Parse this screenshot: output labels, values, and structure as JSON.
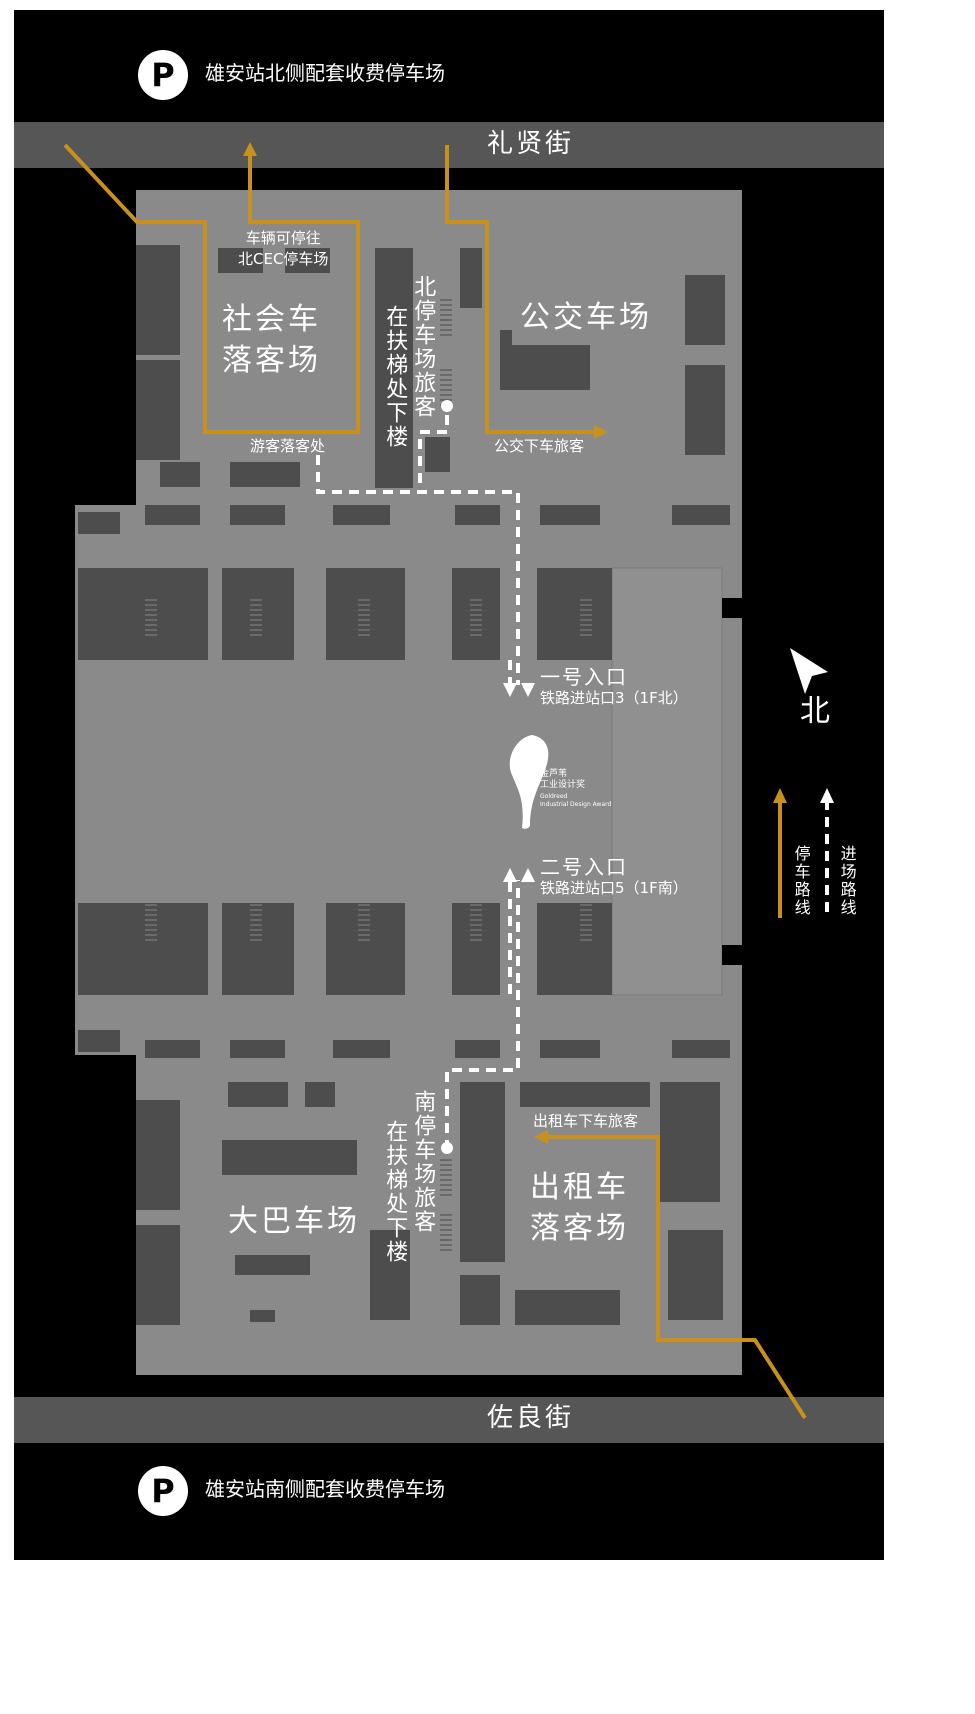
{
  "parking": {
    "north": {
      "icon": "P",
      "label": "雄安站北侧配套收费停车场"
    },
    "south": {
      "icon": "P",
      "label": "雄安站南侧配套收费停车场"
    }
  },
  "streets": {
    "north": "礼贤街",
    "south": "佐良街"
  },
  "areas": {
    "social_car": "社会车\n落客场",
    "bus_depot": "公交车场",
    "coach_park": "大巴车场",
    "taxi": "出租车\n落客场"
  },
  "labels": {
    "cec_note": "车辆可停往\n北CEC停车场",
    "north_stairs": "在扶梯处下楼",
    "north_parking_passengers": "北停车场旅客",
    "south_stairs": "在扶梯处下楼",
    "south_parking_passengers": "南停车场旅客",
    "visitor_dropoff": "游客落客处",
    "bus_passengers": "公交下车旅客",
    "taxi_passengers": "出租车下车旅客"
  },
  "entrances": {
    "one": {
      "title": "一号入口",
      "sub": "铁路进站口3（1F北）"
    },
    "two": {
      "title": "二号入口",
      "sub": "铁路进站口5（1F南）"
    }
  },
  "logo": {
    "cn1": "金芦苇",
    "cn2": "工业设计奖",
    "en1": "Goldreed",
    "en2": "Industrial Design Award"
  },
  "compass": {
    "label": "北"
  },
  "legend": {
    "parking_route": "停车路线",
    "entry_route": "进场路线"
  },
  "colors": {
    "background": "#000000",
    "road": "#565656",
    "site": "#8a8a8a",
    "building": "#4d4d4d",
    "route_gold": "#c8901c",
    "route_white": "#ffffff"
  }
}
